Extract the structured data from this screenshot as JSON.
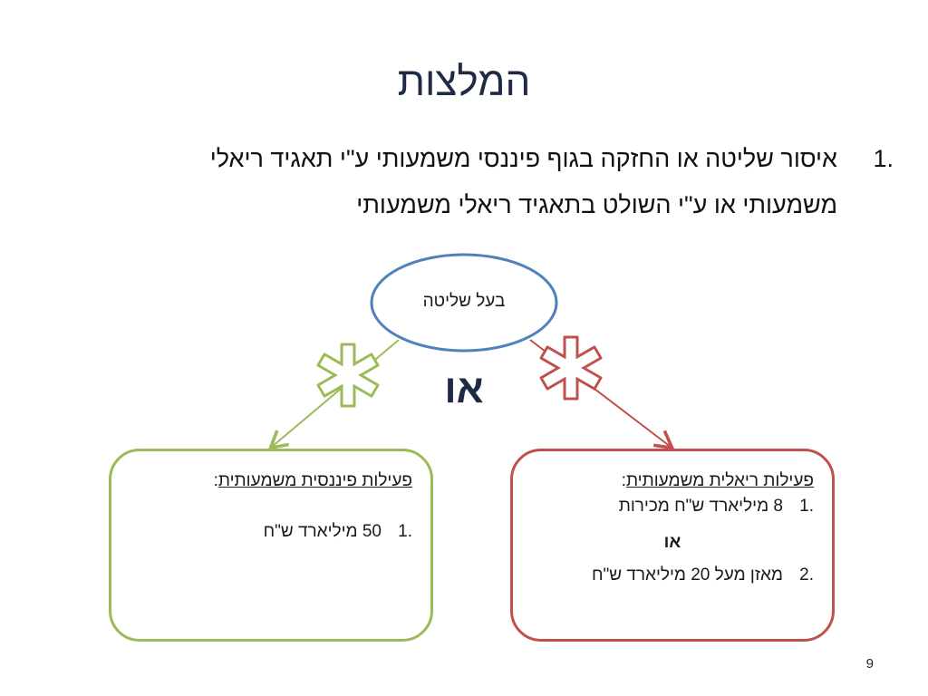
{
  "title": "המלצות",
  "point": {
    "number": ".1",
    "line1": "איסור שליטה או החזקה בגוף פיננסי משמעותי ע\"י תאגיד ריאלי",
    "line2": "משמעותי או ע\"י השולט בתאגיד ריאלי משמעותי"
  },
  "diagram": {
    "center_label": "בעל שליטה",
    "or_label": "או",
    "colors": {
      "ellipse": "#4f81bd",
      "left": "#9bbb59",
      "right": "#c0504d"
    },
    "left_box": {
      "heading": "פעילות פיננסית משמעותית",
      "colon": ":",
      "items": [
        {
          "num": ".1",
          "text": "50 מיליארד ש\"ח"
        }
      ]
    },
    "right_box": {
      "heading": "פעילות ריאלית משמעותית",
      "colon": ":",
      "items": [
        {
          "num": ".1",
          "text": "8 מיליארד ש\"ח מכירות"
        },
        {
          "num": ".2",
          "text": "מאזן מעל 20 מיליארד ש\"ח"
        }
      ],
      "or_label": "או"
    }
  },
  "page_number": "9"
}
